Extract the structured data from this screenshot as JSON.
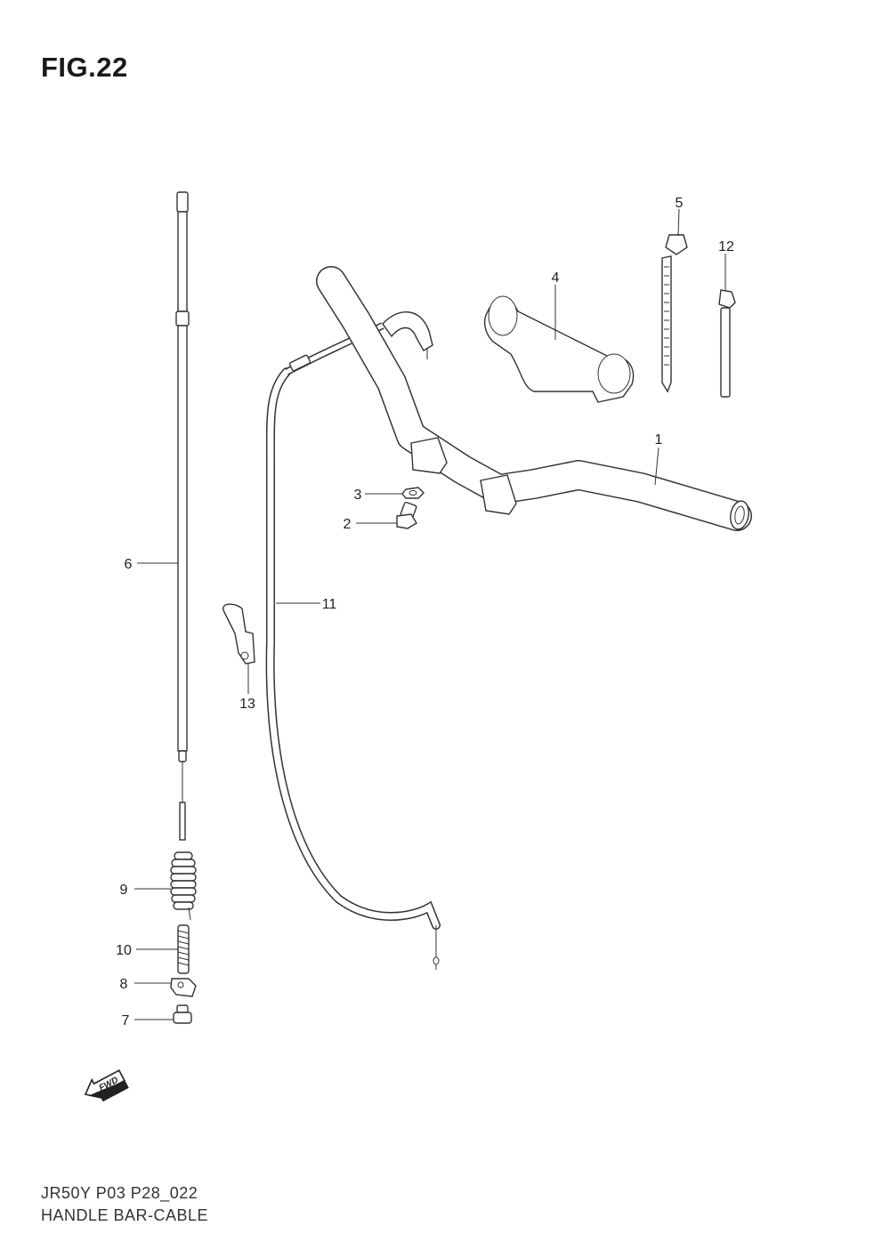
{
  "figure": {
    "title": "FIG.22"
  },
  "footer": {
    "code": "JR50Y P03 P28_022",
    "name": "HANDLE BAR-CABLE"
  },
  "fwd_badge": {
    "label": "FWD"
  },
  "parts": [
    {
      "id": "handlebar",
      "number": "1"
    },
    {
      "id": "bolt",
      "number": "2"
    },
    {
      "id": "nut",
      "number": "3"
    },
    {
      "id": "handlebar-cover",
      "number": "4"
    },
    {
      "id": "clamp-tie",
      "number": "5"
    },
    {
      "id": "throttle-cable",
      "number": "6"
    },
    {
      "id": "adjuster-nut",
      "number": "7"
    },
    {
      "id": "cable-joint",
      "number": "8"
    },
    {
      "id": "boot",
      "number": "9"
    },
    {
      "id": "spring",
      "number": "10"
    },
    {
      "id": "brake-cable",
      "number": "11"
    },
    {
      "id": "cable-tie",
      "number": "12"
    },
    {
      "id": "cable-clamp",
      "number": "13"
    }
  ]
}
